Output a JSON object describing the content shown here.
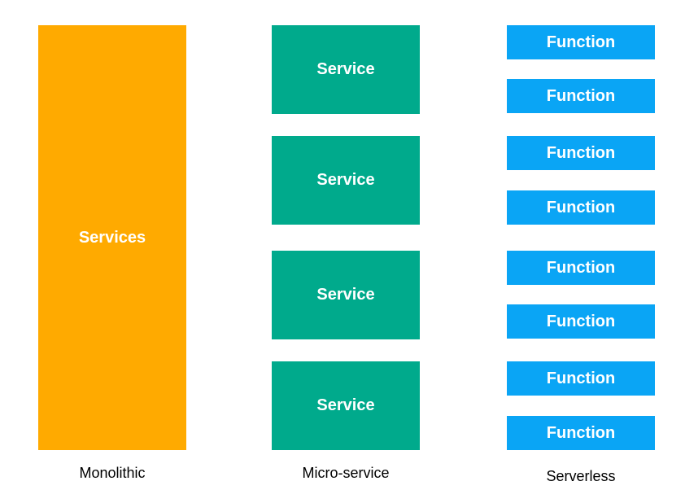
{
  "colors": {
    "monolithic": "#FFAA00",
    "microservice": "#00AA8C",
    "serverless": "#0AA5F5",
    "text_on_block": "#FFFFFF",
    "caption": "#000000"
  },
  "monolithic": {
    "block_label": "Services",
    "caption": "Monolithic"
  },
  "microservice": {
    "blocks": [
      "Service",
      "Service",
      "Service",
      "Service"
    ],
    "caption": "Micro-service"
  },
  "serverless": {
    "blocks": [
      "Function",
      "Function",
      "Function",
      "Function",
      "Function",
      "Function",
      "Function",
      "Function"
    ],
    "caption": "Serverless"
  }
}
